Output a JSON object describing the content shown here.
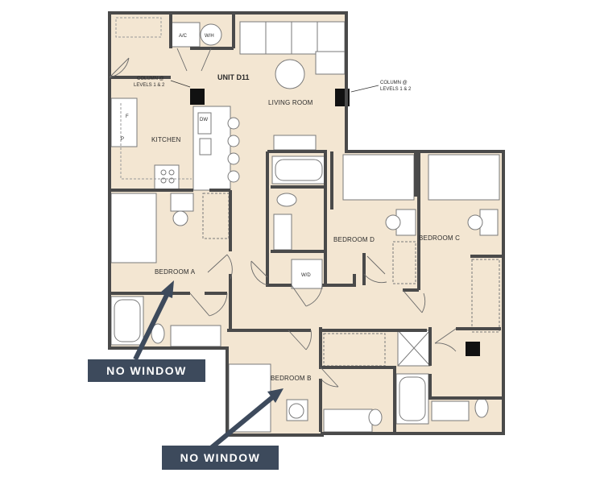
{
  "unit": {
    "name": "UNIT D11"
  },
  "rooms": {
    "living": "LIVING ROOM",
    "kitchen": "KITCHEN",
    "bedroom_a": "BEDROOM A",
    "bedroom_b": "BEDROOM B",
    "bedroom_c": "BEDROOM C",
    "bedroom_d": "BEDROOM D"
  },
  "fixtures": {
    "ac": "A/C",
    "wh": "W/H",
    "wd": "W/D",
    "dw": "DW",
    "f": "F",
    "p": "P"
  },
  "columns": {
    "left": {
      "line1": "COLUMN @",
      "line2": "LEVELS 1 & 2"
    },
    "right": {
      "line1": "COLUMN @",
      "line2": "LEVELS 1 & 2"
    }
  },
  "callouts": {
    "a": "NO WINDOW",
    "b": "NO WINDOW"
  },
  "colors": {
    "floor": "#f3e6d2",
    "wall": "#4a4a4a",
    "callout": "#3d4a5c"
  }
}
